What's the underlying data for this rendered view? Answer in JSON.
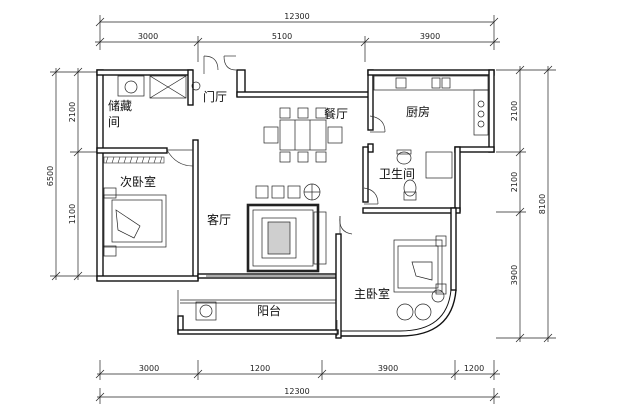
{
  "dimensions": {
    "top_total": "12300",
    "top_segments": [
      "3000",
      "5100",
      "3900"
    ],
    "bottom_total": "12300",
    "bottom_segments": [
      "3000",
      "1200",
      "3900",
      "1200"
    ],
    "left_total": "6500",
    "left_segments": [
      "2100",
      "1100"
    ],
    "right_total": "8100",
    "right_segments": [
      "2100",
      "2100",
      "3900"
    ]
  },
  "rooms": {
    "storage": "储藏间",
    "entry": "门厅",
    "dining": "餐厅",
    "kitchen": "厨房",
    "second_bedroom": "次卧室",
    "bathroom": "卫生间",
    "living": "客厅",
    "master_bedroom": "主卧室",
    "balcony": "阳台"
  }
}
